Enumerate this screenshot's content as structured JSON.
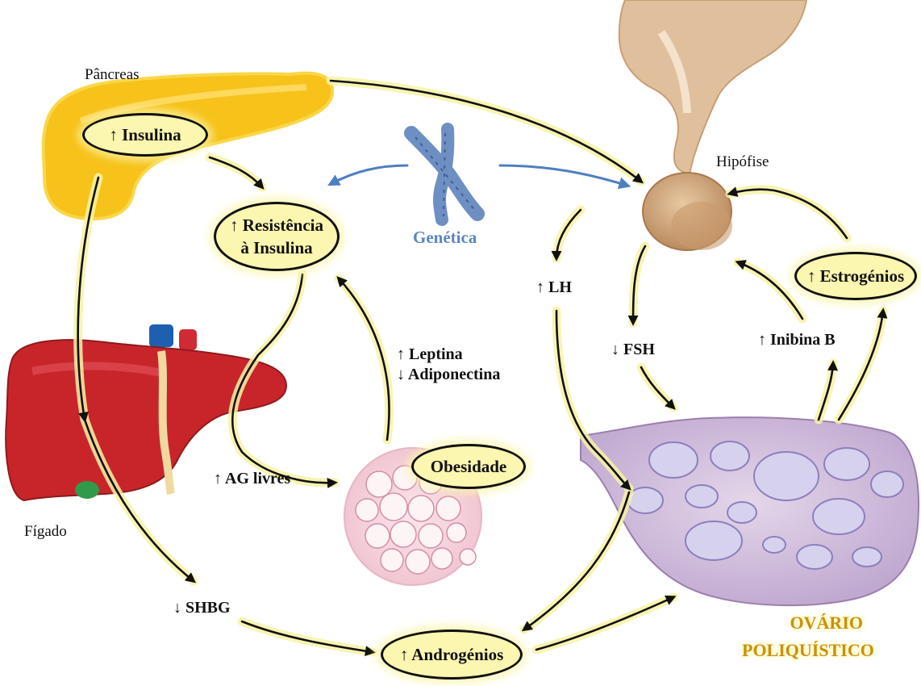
{
  "labels": {
    "pancreas": "Pâncreas",
    "hipofise": "Hipófise",
    "figado": "Fígado",
    "genetica": "Genética",
    "lh": "↑ LH",
    "fsh": "↓ FSH",
    "inibina": "↑ Inibina B",
    "leptina": "↑ Leptina",
    "adiponectina": "↓ Adiponectina",
    "ag_livres": "↑ AG livres",
    "shbg": "↓ SHBG",
    "ovario_line1": "OVÁRIO",
    "ovario_line2": "POLIQUÍSTICO"
  },
  "bubbles": {
    "insulina": "↑ Insulina",
    "resistencia_line1": "↑ Resistência",
    "resistencia_line2": "à Insulina",
    "estrogenios": "↑ Estrogénios",
    "obesidade": "Obesidade",
    "androgenios": "↑ Androgénios"
  },
  "colors": {
    "bubble_fill": "#fbf6b0",
    "arrow_glow": "#f7f3a6",
    "genetica_blue": "#5b86c0",
    "ovario_gold": "#c9900e",
    "pancreas": "#f7c21a",
    "liver": "#c8252b",
    "ovary": "#cdb8d8",
    "pituitary": "#d8ad80"
  },
  "icons": [
    "pancreas-illustration",
    "liver-illustration",
    "pituitary-illustration",
    "chromosome-illustration",
    "adipose-tissue-illustration",
    "polycystic-ovary-illustration"
  ]
}
